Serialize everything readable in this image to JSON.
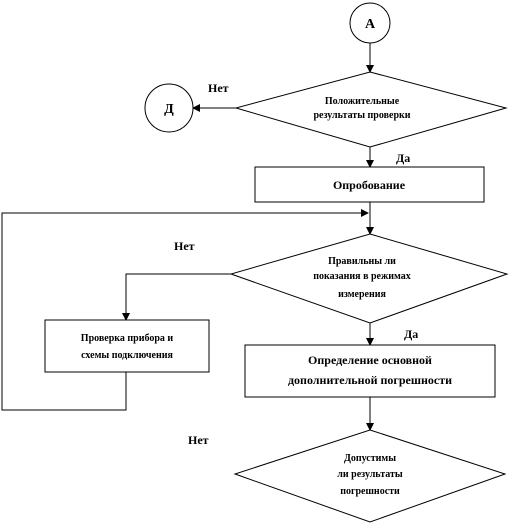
{
  "connectors": {
    "a": "А",
    "d": "Д"
  },
  "decision1": {
    "line1": "Положительные",
    "line2": "результаты проверки",
    "no_label": "Нет",
    "yes_label": "Да"
  },
  "process1": {
    "label": "Опробование"
  },
  "decision2": {
    "line1": "Правильны ли",
    "line2": "показания в режимах",
    "line3": "измерения",
    "no_label": "Нет",
    "yes_label": "Да"
  },
  "check_box": {
    "line1": "Проверка прибора и",
    "line2": "схемы подключения"
  },
  "process2": {
    "line1": "Определение основной",
    "line2": "дополнительной  погрешности"
  },
  "decision3": {
    "line1": "Допустимы",
    "line2": "ли результаты",
    "line3": "погрешности",
    "no_label": "Нет"
  }
}
